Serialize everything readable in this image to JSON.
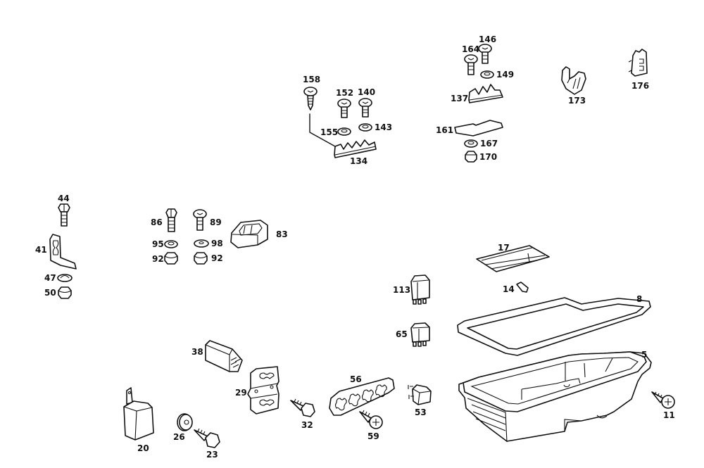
{
  "diagram": {
    "type": "exploded parts diagram",
    "colors": {
      "line": "#111111",
      "background": "#ffffff"
    },
    "labels": {
      "p158": "158",
      "p152": "152",
      "p140": "140",
      "p155": "155",
      "p143": "143",
      "p134": "134",
      "p146": "146",
      "p164": "164",
      "p149": "149",
      "p137": "137",
      "p161": "161",
      "p167": "167",
      "p170": "170",
      "p173": "173",
      "p176": "176",
      "p44": "44",
      "p41": "41",
      "p47": "47",
      "p50": "50",
      "p86": "86",
      "p89": "89",
      "p83": "83",
      "p95": "95",
      "p98": "98",
      "p92a": "92",
      "p92b": "92",
      "p17": "17",
      "p113": "113",
      "p14": "14",
      "p8": "8",
      "p65": "65",
      "p5": "5",
      "p11": "11",
      "p38": "38",
      "p29": "29",
      "p20": "20",
      "p26": "26",
      "p23": "23",
      "p32": "32",
      "p56": "56",
      "p53": "53",
      "p59": "59"
    },
    "parts": [
      {
        "number": "158",
        "icon": "self-tapping-screw"
      },
      {
        "number": "152",
        "icon": "phillips-screw"
      },
      {
        "number": "140",
        "icon": "phillips-screw"
      },
      {
        "number": "155",
        "icon": "spring-washer"
      },
      {
        "number": "143",
        "icon": "spring-washer"
      },
      {
        "number": "134",
        "icon": "cable-holder"
      },
      {
        "number": "146",
        "icon": "phillips-screw"
      },
      {
        "number": "164",
        "icon": "phillips-screw"
      },
      {
        "number": "149",
        "icon": "spring-washer"
      },
      {
        "number": "137",
        "icon": "cable-holder"
      },
      {
        "number": "161",
        "icon": "cover-plate"
      },
      {
        "number": "167",
        "icon": "spring-washer"
      },
      {
        "number": "170",
        "icon": "hex-nut"
      },
      {
        "number": "173",
        "icon": "clip"
      },
      {
        "number": "176",
        "icon": "clip-holder"
      },
      {
        "number": "44",
        "icon": "hex-bolt"
      },
      {
        "number": "41",
        "icon": "bracket"
      },
      {
        "number": "47",
        "icon": "spring-washer"
      },
      {
        "number": "50",
        "icon": "hex-nut"
      },
      {
        "number": "86",
        "icon": "hex-bolt"
      },
      {
        "number": "89",
        "icon": "phillips-screw"
      },
      {
        "number": "95",
        "icon": "spring-washer"
      },
      {
        "number": "98",
        "icon": "flat-washer"
      },
      {
        "number": "92",
        "icon": "hex-nut"
      },
      {
        "number": "83",
        "icon": "holder"
      },
      {
        "number": "17",
        "icon": "label-plate"
      },
      {
        "number": "14",
        "icon": "fuse"
      },
      {
        "number": "113",
        "icon": "relay"
      },
      {
        "number": "65",
        "icon": "relay"
      },
      {
        "number": "8",
        "icon": "gasket"
      },
      {
        "number": "5",
        "icon": "box-housing"
      },
      {
        "number": "11",
        "icon": "self-tapping-screw"
      },
      {
        "number": "38",
        "icon": "relay"
      },
      {
        "number": "29",
        "icon": "mounting-plate"
      },
      {
        "number": "20",
        "icon": "relay"
      },
      {
        "number": "26",
        "icon": "flat-washer"
      },
      {
        "number": "23",
        "icon": "self-tapping-screw"
      },
      {
        "number": "32",
        "icon": "self-tapping-screw"
      },
      {
        "number": "56",
        "icon": "mounting-plate"
      },
      {
        "number": "59",
        "icon": "self-tapping-screw"
      },
      {
        "number": "53",
        "icon": "relay"
      }
    ]
  }
}
